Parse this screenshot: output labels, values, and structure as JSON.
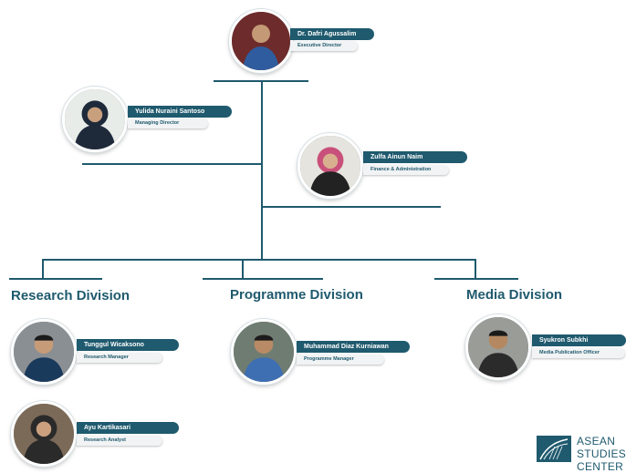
{
  "colors": {
    "primary": "#1f5a6e",
    "role_bg": "#f1f3f4",
    "background": "#ffffff"
  },
  "people": {
    "director": {
      "name": "Dr. Dafri Agussalim",
      "role": "Executive Director"
    },
    "managing": {
      "name": "Yulida Nuraini Santoso",
      "role": "Managing Director"
    },
    "finance": {
      "name": "Zulfa Ainun Naim",
      "role": "Finance & Administration"
    },
    "research1": {
      "name": "Tunggul Wicaksono",
      "role": "Research Manager"
    },
    "research2": {
      "name": "Ayu Kartikasari",
      "role": "Research Analyst"
    },
    "programme1": {
      "name": "Muhammad Diaz Kurniawan",
      "role": "Programme Manager"
    },
    "media1": {
      "name": "Syukron Subkhi",
      "role": "Media Publication Officer"
    }
  },
  "divisions": {
    "research": "Research Division",
    "programme": "Programme Division",
    "media": "Media Division"
  },
  "logo": {
    "line1": "ASEAN",
    "line2": "STUDIES",
    "line3": "CENTER",
    "icon": "asean-studies-center-logo-icon"
  }
}
